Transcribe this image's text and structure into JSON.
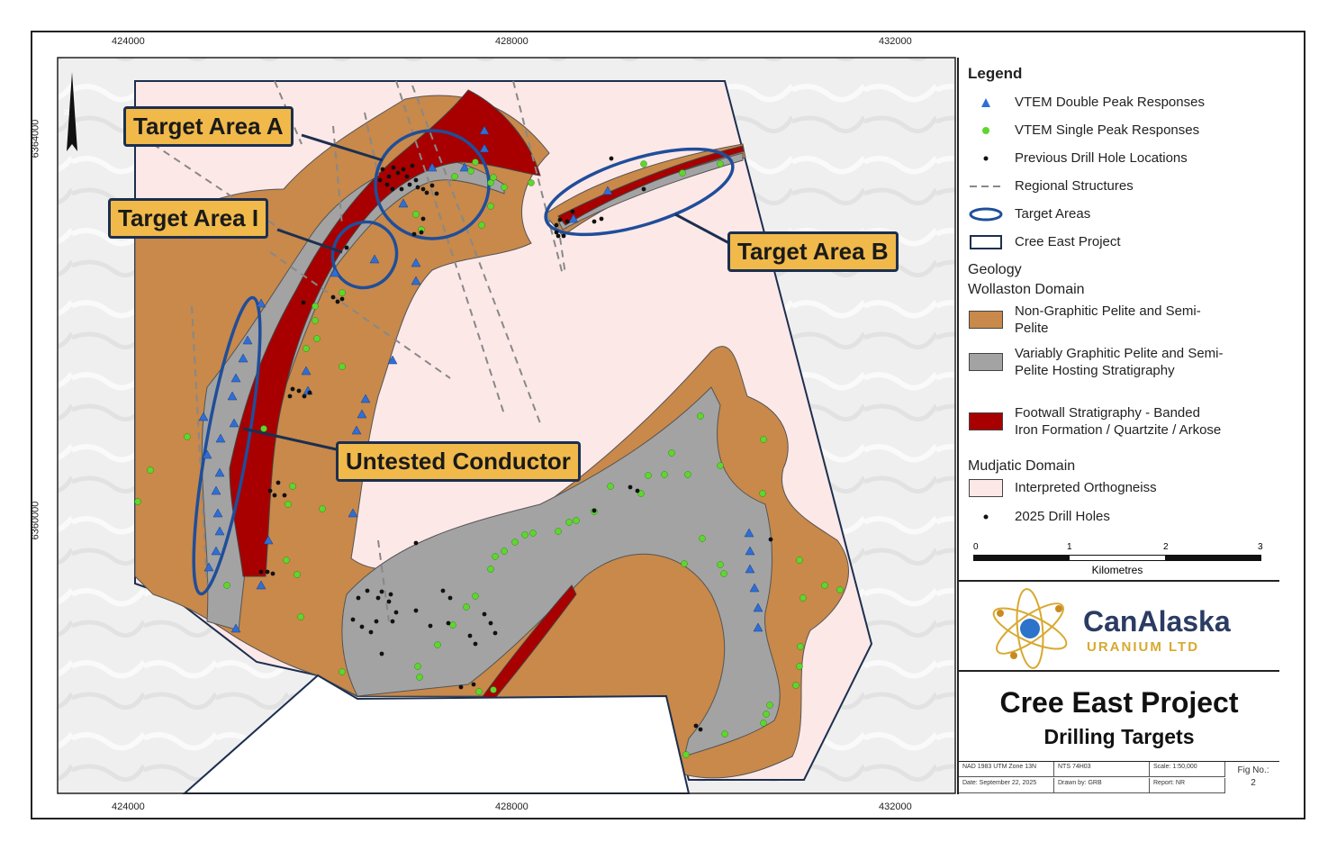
{
  "map": {
    "x_ticks": [
      "424000",
      "428000",
      "432000"
    ],
    "y_ticks": [
      "6364000",
      "6360000"
    ],
    "north_label": "N"
  },
  "callouts": {
    "target_a": "Target Area A",
    "target_i": "Target Area I",
    "target_b": "Target Area B",
    "untested": "Untested Conductor"
  },
  "legend": {
    "title": "Legend",
    "items": [
      {
        "label": "VTEM Double Peak Responses"
      },
      {
        "label": "VTEM Single Peak Responses"
      },
      {
        "label": "Previous Drill Hole Locations"
      },
      {
        "label": "Regional Structures"
      },
      {
        "label": "Target Areas"
      },
      {
        "label": "Cree East Project"
      }
    ],
    "geology_heading": "Geology",
    "wollaston_heading": "Wollaston Domain",
    "geo_items": [
      {
        "label": "Non-Graphitic Pelite and Semi-Pelite",
        "color": "#c8894a"
      },
      {
        "label": "Variably Graphitic Pelite and Semi-Pelite Hosting Stratigraphy",
        "color": "#a3a3a3"
      },
      {
        "label": "Footwall Stratigraphy - Banded Iron Formation / Quartzite / Arkose",
        "color": "#a80000"
      }
    ],
    "mudjatic_heading": "Mudjatic Domain",
    "mudjatic_item": {
      "label": "Interpreted Orthogneiss",
      "color": "#fde8e8"
    },
    "drill_2025": "2025 Drill Holes",
    "scale_ticks": [
      "0",
      "1",
      "2",
      "3"
    ],
    "scale_unit": "Kilometres"
  },
  "logo": {
    "name": "CanAlaska",
    "sub": "URANIUM LTD"
  },
  "title_block": {
    "title": "Cree East Project",
    "subtitle": "Drilling Targets"
  },
  "info": {
    "datum": "NAD 1983 UTM Zone 13N",
    "nts": "NTS 74H03",
    "scale": "Scale: 1:50,000",
    "date": "Date: September 22, 2025",
    "drawn": "Drawn by: GRB",
    "report": "Report: NR",
    "fig_label": "Fig No.:",
    "fig_no": "2"
  },
  "colors": {
    "pelite": "#c8894a",
    "graphitic": "#a3a3a3",
    "footwall": "#a80000",
    "orthogneiss": "#fde8e8",
    "target": "#1f4e9a",
    "vtem_double": "#2e6fd6",
    "vtem_single": "#5ed62e",
    "callout_fill": "#f0b94a"
  }
}
